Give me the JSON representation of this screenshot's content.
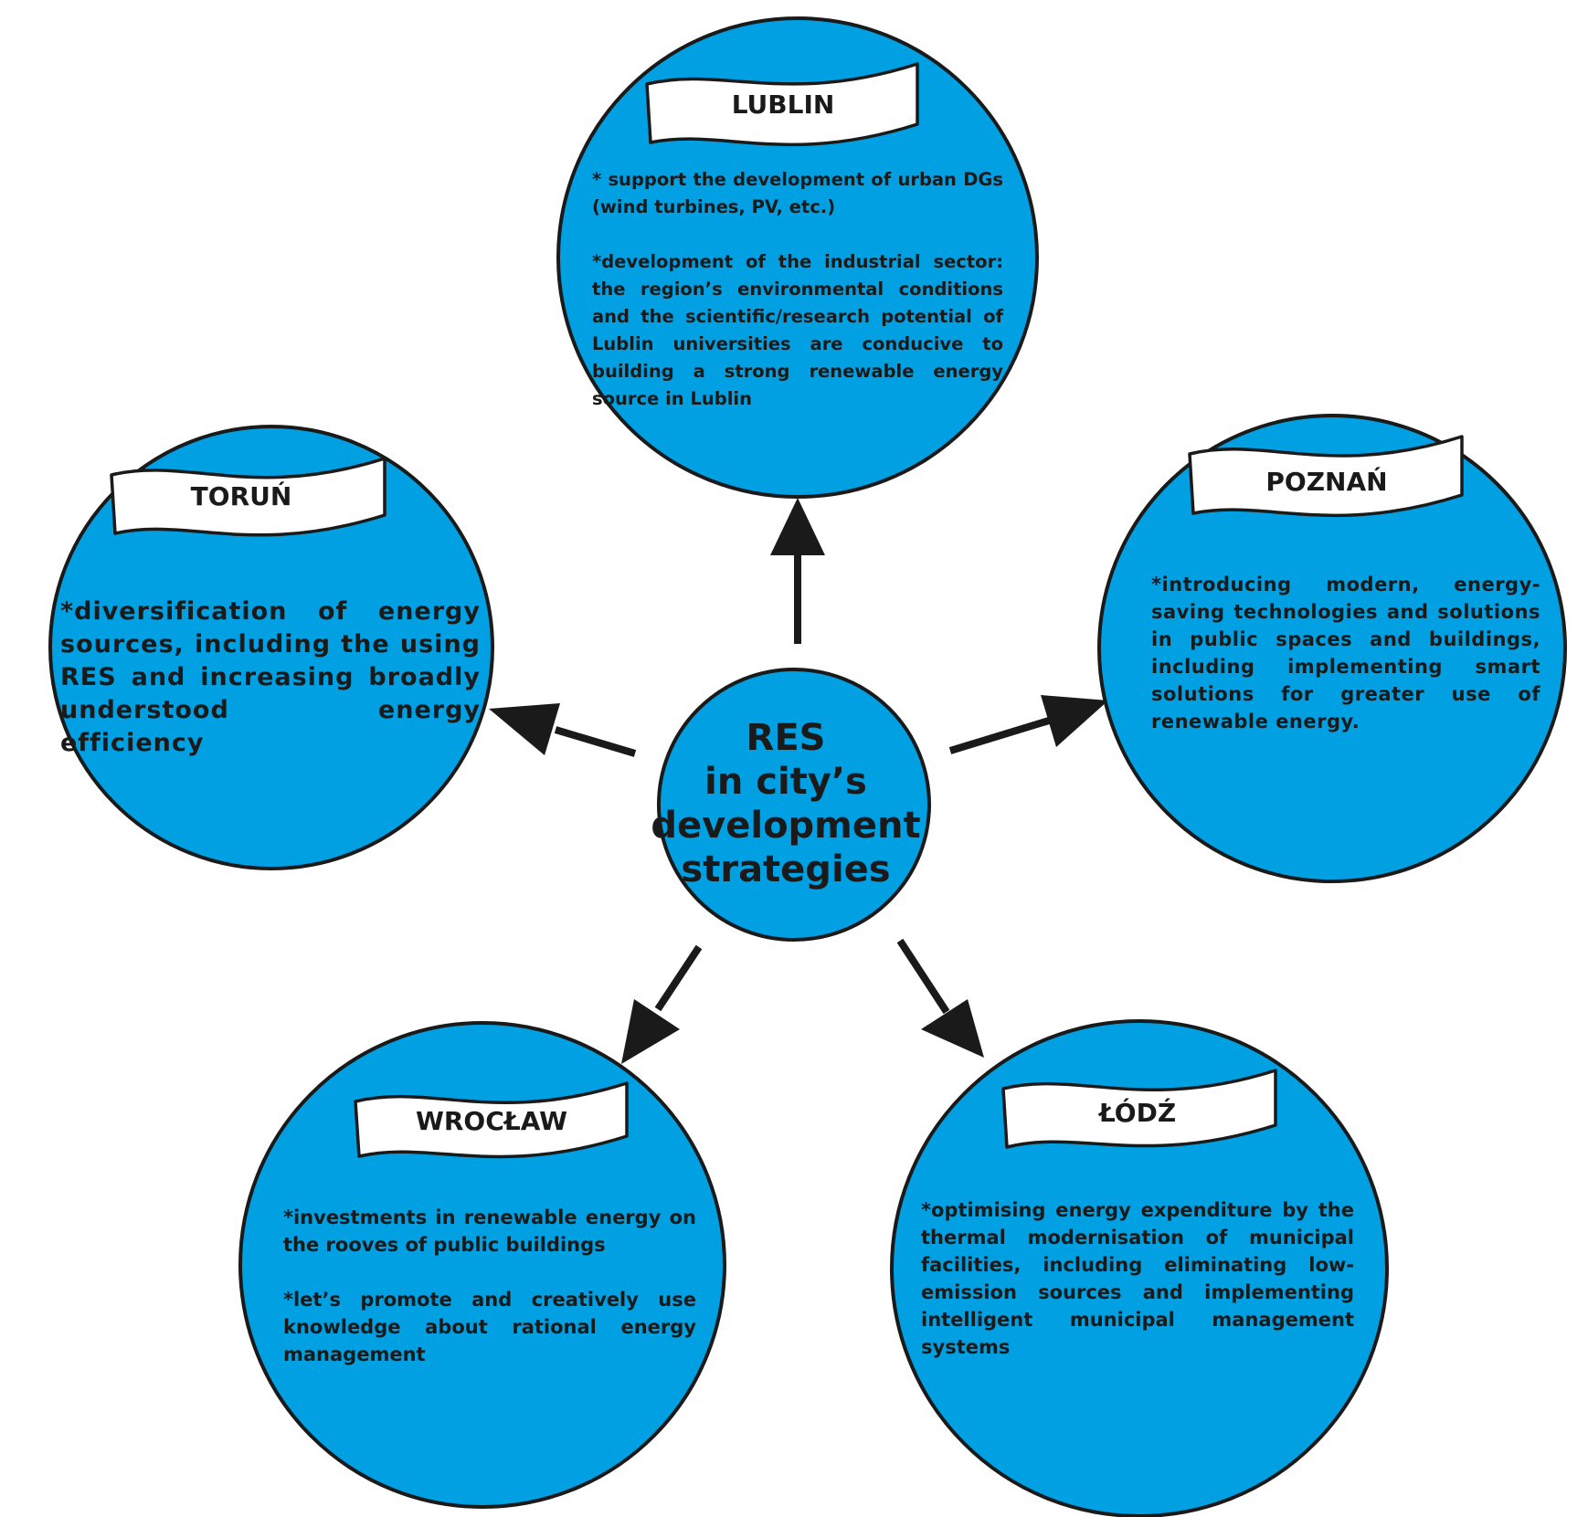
{
  "center": {
    "lines": [
      "RES",
      "in city’s",
      "development",
      "strategies"
    ]
  },
  "cities": {
    "lublin": {
      "name": "LUBLIN",
      "items": [
        "* support the development of urban DGs (wind turbines, PV, etc.)",
        "*development of the industrial sector: the region’s environmental conditions and the scientific/research potential of Lublin universities are conducive to building a strong renewable energy source in Lublin"
      ]
    },
    "torun": {
      "name": "TORUŃ",
      "items": [
        "*diversification of energy sources, including the using RES and increasing broadly understood energy efficiency"
      ]
    },
    "poznan": {
      "name": "POZNAŃ",
      "items": [
        "*introducing modern, energy-saving technologies and solutions in public spaces and buildings, including implementing smart solutions for greater use of renewable energy."
      ]
    },
    "wroclaw": {
      "name": "WROCŁAW",
      "items": [
        "*investments in renewable energy on the rooves of public buildings",
        "*let’s promote and creatively use knowledge about rational energy management"
      ]
    },
    "lodz": {
      "name": "ŁÓDŹ",
      "items": [
        "*optimising energy expenditure by the thermal modernisation of municipal facilities, including eliminating low-emission  sources and implementing intelligent municipal management systems"
      ]
    }
  },
  "colors": {
    "circle_fill": "#00a0e3",
    "outline": "#1a1a1a",
    "banner_fill": "#ffffff"
  }
}
